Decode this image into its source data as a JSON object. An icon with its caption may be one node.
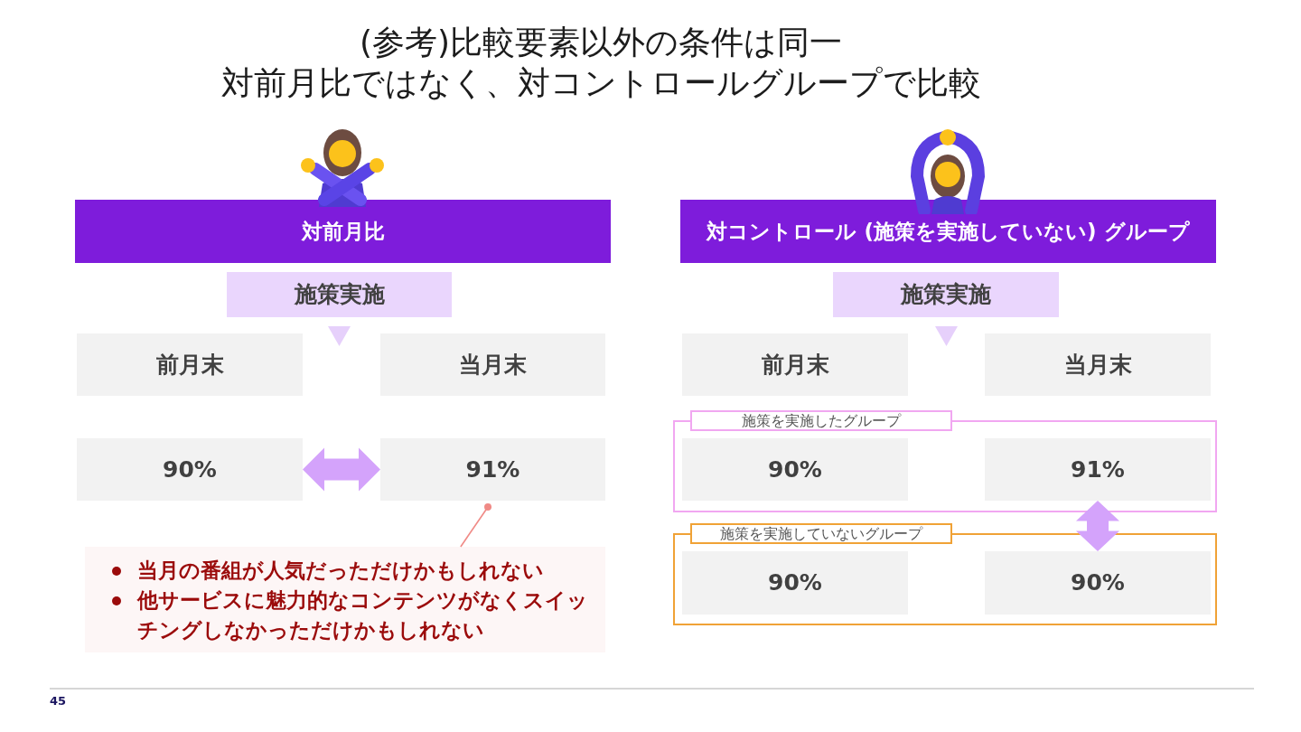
{
  "diagram": {
    "title": "(参考)比較要素以外の条件は同一対前月比ではなく、対コントロールグループで比較",
    "nodes": [
      {
        "text": [
          "対前月比"
        ]
      },
      {
        "text": [
          "施策実施"
        ]
      },
      {
        "text": [
          "前月末"
        ]
      },
      {
        "text": [
          "当月末"
        ]
      },
      {
        "text": [
          "90%"
        ]
      },
      {
        "text": [
          "91%"
        ]
      },
      {
        "text": [
          "当月の番組が人気だっただけかもしれない",
          "他サービスに魅力的なコンテンツがなくスイッチングしなかっただけかもしれない"
        ]
      },
      {
        "text": [
          "対コントロール (施策を実施していない) グループ"
        ]
      },
      {
        "text": [
          "施策実施"
        ]
      },
      {
        "text": [
          "前月末"
        ]
      },
      {
        "text": [
          "当月末"
        ]
      },
      {
        "text": [
          "施策を実施したグループ"
        ]
      },
      {
        "text": [
          "90%"
        ],
        "in": 11
      },
      {
        "text": [
          "91%"
        ],
        "in": 11
      },
      {
        "text": [
          "施策を実施していないグループ"
        ]
      },
      {
        "text": [
          "90%"
        ],
        "in": 14
      },
      {
        "text": [
          "90%"
        ],
        "in": 14
      }
    ],
    "edges": [
      {
        "from": 4,
        "to": 5,
        "arrow": "both",
        "style": "thick"
      },
      {
        "from": 6,
        "to": 5,
        "arrow": "other",
        "color": "#f08a86"
      },
      {
        "from": 13,
        "to": 16,
        "arrow": "both",
        "style": "thick"
      }
    ],
    "labels": [
      "45"
    ]
  }
}
